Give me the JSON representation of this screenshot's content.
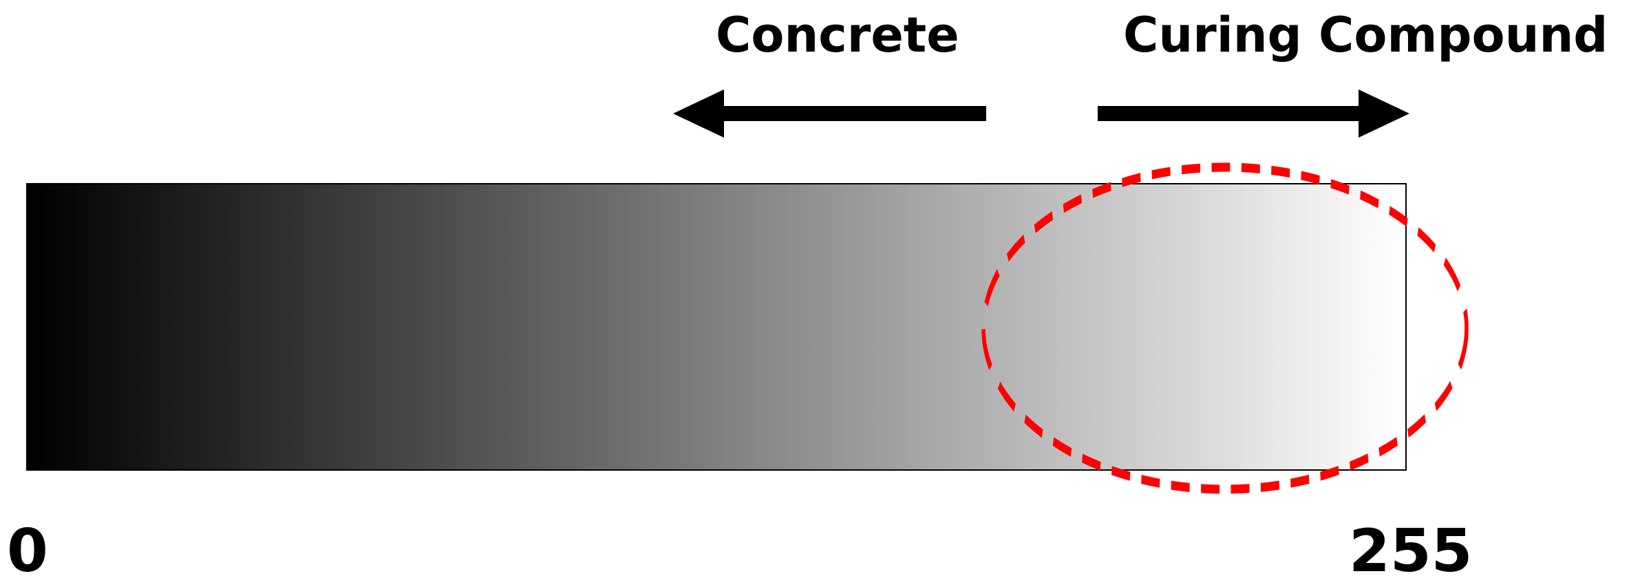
{
  "labels": {
    "concrete": "Concrete",
    "curing_compound": "Curing Compound"
  },
  "scale": {
    "min_label": "0",
    "max_label": "255",
    "gradient_start_color": "#000000",
    "gradient_end_color": "#ffffff"
  },
  "arrows": {
    "concrete_direction": "left",
    "curing_compound_direction": "right",
    "color": "#000000"
  },
  "highlight": {
    "shape": "dashed-ellipse",
    "color": "#ff0000",
    "region": "bright end of scale"
  }
}
